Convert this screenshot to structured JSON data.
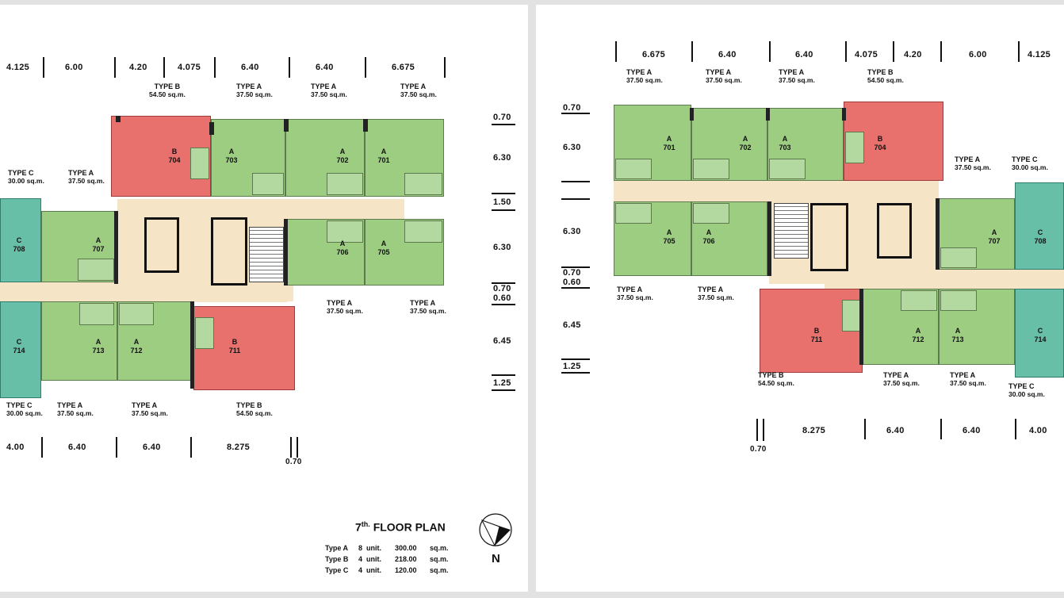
{
  "left_plan": {
    "top_dims": [
      "4.125",
      "6.00",
      "4.20",
      "4.075",
      "6.40",
      "6.40",
      "6.675"
    ],
    "bottom_dims": [
      "4.00",
      "6.40",
      "6.40",
      "8.275"
    ],
    "bottom_small": "0.70",
    "right_dims": [
      "0.70",
      "6.30",
      "1.50",
      "6.30",
      "0.70",
      "0.60",
      "6.45",
      "1.25"
    ],
    "type_labels_top": [
      {
        "type": "TYPE B",
        "area": "54.50 sq.m."
      },
      {
        "type": "TYPE A",
        "area": "37.50 sq.m."
      },
      {
        "type": "TYPE A",
        "area": "37.50 sq.m."
      },
      {
        "type": "TYPE A",
        "area": "37.50 sq.m."
      }
    ],
    "type_labels_mid": [
      {
        "type": "TYPE C",
        "area": "30.00 sq.m."
      },
      {
        "type": "TYPE A",
        "area": "37.50 sq.m."
      },
      {
        "type": "TYPE A",
        "area": "37.50 sq.m."
      },
      {
        "type": "TYPE A",
        "area": "37.50 sq.m."
      }
    ],
    "type_labels_bottom": [
      {
        "type": "TYPE C",
        "area": "30.00 sq.m."
      },
      {
        "type": "TYPE A",
        "area": "37.50 sq.m."
      },
      {
        "type": "TYPE A",
        "area": "37.50 sq.m."
      },
      {
        "type": "TYPE B",
        "area": "54.50 sq.m."
      }
    ],
    "units": [
      {
        "t": "B",
        "n": "704"
      },
      {
        "t": "A",
        "n": "703"
      },
      {
        "t": "A",
        "n": "702"
      },
      {
        "t": "A",
        "n": "701"
      },
      {
        "t": "C",
        "n": "708"
      },
      {
        "t": "A",
        "n": "707"
      },
      {
        "t": "A",
        "n": "706"
      },
      {
        "t": "A",
        "n": "705"
      },
      {
        "t": "C",
        "n": "714"
      },
      {
        "t": "A",
        "n": "713"
      },
      {
        "t": "A",
        "n": "712"
      },
      {
        "t": "B",
        "n": "711"
      }
    ],
    "title_sup": "th.",
    "title_num": "7",
    "title_text": "FLOOR PLAN",
    "north_label": "N",
    "legend": [
      {
        "type": "Type A",
        "count": "8",
        "unit": "unit.",
        "area": "300.00",
        "uom": "sq.m."
      },
      {
        "type": "Type B",
        "count": "4",
        "unit": "unit.",
        "area": "218.00",
        "uom": "sq.m."
      },
      {
        "type": "Type C",
        "count": "4",
        "unit": "unit.",
        "area": "120.00",
        "uom": "sq.m."
      }
    ]
  },
  "right_plan": {
    "top_dims": [
      "6.675",
      "6.40",
      "6.40",
      "4.075",
      "4.20",
      "6.00",
      "4.125"
    ],
    "bottom_dims": [
      "8.275",
      "6.40",
      "6.40",
      "4.00"
    ],
    "bottom_small": "0.70",
    "left_dims": [
      "0.70",
      "6.30",
      "6.30",
      "0.70",
      "0.60",
      "6.45",
      "1.25"
    ],
    "type_labels_top": [
      {
        "type": "TYPE A",
        "area": "37.50 sq.m."
      },
      {
        "type": "TYPE A",
        "area": "37.50 sq.m."
      },
      {
        "type": "TYPE A",
        "area": "37.50 sq.m."
      },
      {
        "type": "TYPE B",
        "area": "54.50 sq.m."
      }
    ],
    "type_labels_mid": [
      {
        "type": "TYPE A",
        "area": "37.50 sq.m."
      },
      {
        "type": "TYPE C",
        "area": "30.00 sq.m."
      },
      {
        "type": "TYPE A",
        "area": "37.50 sq.m."
      },
      {
        "type": "TYPE A",
        "area": "37.50 sq.m."
      }
    ],
    "type_labels_bottom": [
      {
        "type": "TYPE B",
        "area": "54.50 sq.m."
      },
      {
        "type": "TYPE A",
        "area": "37.50 sq.m."
      },
      {
        "type": "TYPE A",
        "area": "37.50 sq.m."
      },
      {
        "type": "TYPE C",
        "area": "30.00 sq.m."
      }
    ],
    "units": [
      {
        "t": "A",
        "n": "701"
      },
      {
        "t": "A",
        "n": "702"
      },
      {
        "t": "A",
        "n": "703"
      },
      {
        "t": "B",
        "n": "704"
      },
      {
        "t": "A",
        "n": "705"
      },
      {
        "t": "A",
        "n": "706"
      },
      {
        "t": "A",
        "n": "707"
      },
      {
        "t": "C",
        "n": "708"
      },
      {
        "t": "B",
        "n": "711"
      },
      {
        "t": "A",
        "n": "712"
      },
      {
        "t": "A",
        "n": "713"
      },
      {
        "t": "C",
        "n": "714"
      }
    ]
  },
  "colors": {
    "type_a": "#9ccd80",
    "type_b": "#e8706d",
    "type_c": "#68bfa8",
    "corridor": "#f6e4c6"
  }
}
